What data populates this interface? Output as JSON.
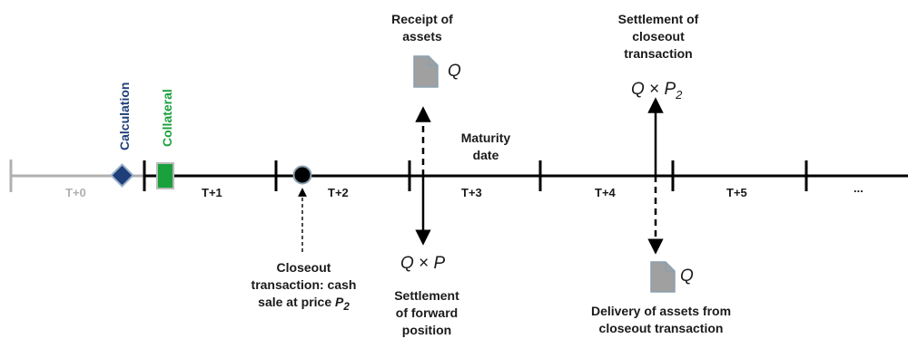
{
  "timeline": {
    "days": [
      "T+0",
      "T+1",
      "T+2",
      "T+3",
      "T+4",
      "T+5",
      "..."
    ]
  },
  "labels": {
    "calculation": "Calculation",
    "collateral": "Collateral",
    "receipt_of_assets": [
      "Receipt of",
      "assets"
    ],
    "maturity_date": [
      "Maturity",
      "date"
    ],
    "settlement_closeout": [
      "Settlement of",
      "closeout",
      "transaction"
    ],
    "closeout_transaction_lines": [
      "Closeout",
      "transaction: cash",
      "sale at price "
    ],
    "closeout_price_symbol": "P",
    "closeout_price_sub": "2",
    "settlement_forward": [
      "Settlement",
      "of forward",
      "position"
    ],
    "delivery_assets": [
      "Delivery of assets from",
      "closeout transaction"
    ]
  },
  "math": {
    "q": "Q",
    "times": "×",
    "p": "P",
    "p2": "P",
    "p2_sub": "2"
  },
  "colors": {
    "grey_line": "#b0b0b0",
    "black_line": "#000000",
    "calculation": "#1f3f7a",
    "collateral": "#1aa03c",
    "doc_fill": "#a0a0a0"
  }
}
